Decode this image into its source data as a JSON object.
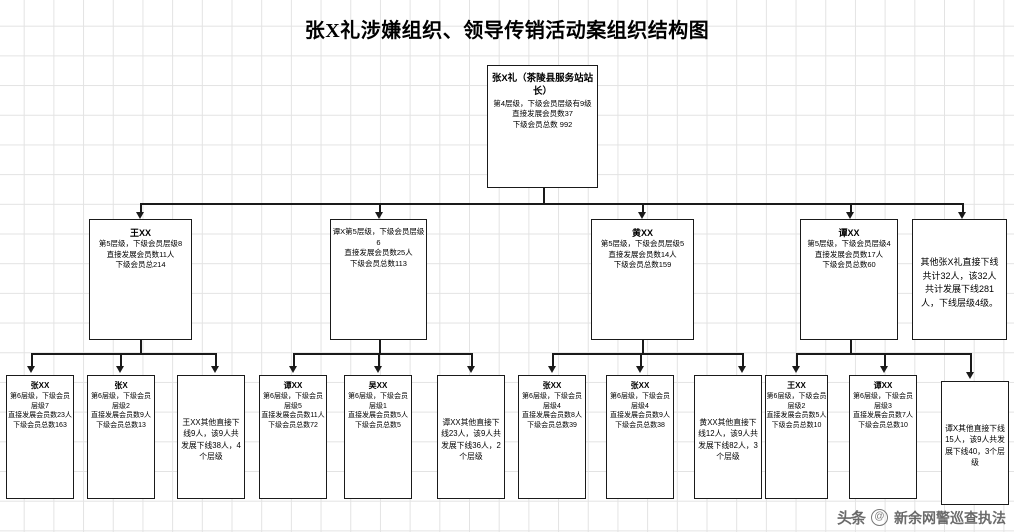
{
  "title": "张X礼涉嫌组织、领导传销活动案组织结构图",
  "root": {
    "name": "张X礼（茶陵县服务站站长）",
    "details": "第4层级，下级会员层级有9级\n直接发展会员数37\n下级会员总数 992"
  },
  "level2": [
    {
      "name": "王XX",
      "details": "第5层级，下级会员层级8\n直接发展会员数11人\n下级会员总214"
    },
    {
      "name": "",
      "details": "谭X第5层级，下级会员层级6\n直接发展会员数25人\n下级会员总数113"
    },
    {
      "name": "黄XX",
      "details": "第5层级，下级会员层级5\n直接发展会员数14人\n下级会员总数159"
    },
    {
      "name": "谭XX",
      "details": "第5层级，下级会员层级4\n直接发展会员数17人\n下级会员总数60"
    },
    {
      "name": "",
      "details": "其他张X礼直接下线共计32人，该32人共计发展下线281人，下线层级4级。"
    }
  ],
  "level3": [
    {
      "name": "张XX",
      "details": "第6层级，下级会员层级7\n直接发展会员数23人\n下级会员总数163"
    },
    {
      "name": "张X",
      "details": "第6层级，下级会员层级2\n直接发展会员数9人\n下级会员总数13"
    },
    {
      "name": "",
      "details": "王XX其他直接下线9人，该9人共发展下线38人，4个层级"
    },
    {
      "name": "谭XX",
      "details": "第6层级，下级会员层级5\n直接发展会员数11人\n下级会员总数72"
    },
    {
      "name": "吴XX",
      "details": "第6层级，下级会员层级1\n直接发展会员数5人\n下级会员总数5"
    },
    {
      "name": "",
      "details": "谭XX其他直接下线23人，该9人共发展下线36人，2个层级"
    },
    {
      "name": "张XX",
      "details": "第6层级，下级会员层级4\n直接发展会员数8人\n下级会员总数39"
    },
    {
      "name": "张XX",
      "details": "第6层级，下级会员层级4\n直接发展会员数9人\n下级会员总数38"
    },
    {
      "name": "",
      "details": "黄XX其他直接下线12人，该9人共发展下线82人，3个层级"
    },
    {
      "name": "王XX",
      "details": "第6层级，下级会员层级2\n直接发展会员数5人\n下级会员总数10"
    },
    {
      "name": "谭XX",
      "details": "第6层级，下级会员层级3\n直接发展会员数7人\n下级会员总数10"
    },
    {
      "name": "",
      "details": "谭X其他直接下线15人，该9人共发展下线40，3个层级"
    }
  ],
  "watermark": {
    "logo": "头条",
    "circle": "@",
    "text": "新余网警巡查执法"
  }
}
